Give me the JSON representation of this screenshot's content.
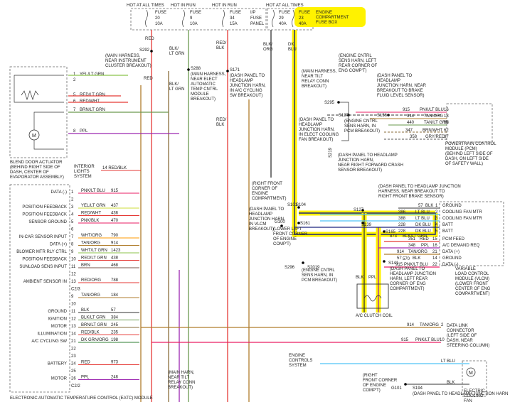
{
  "header": {
    "hot_at_all_times_1": "HOT AT ALL TIMES",
    "hot_in_run_1": "HOT IN RUN",
    "hot_in_run_2": "HOT IN RUN",
    "hot_at_all_times_2": "HOT AT ALL TIMES",
    "fuse_panel_label": "I/P FUSE PANEL",
    "engine_fuse_box_label": "ENGINE COMPARTMENT FUSE BOX",
    "fuses": [
      {
        "name": "FUSE",
        "num": "20",
        "amp": "10A"
      },
      {
        "name": "FUSE",
        "num": "9",
        "amp": "10A"
      },
      {
        "name": "FUSE",
        "num": "34",
        "amp": "15A"
      },
      {
        "name": "FUSE",
        "num": "29",
        "amp": "40A"
      },
      {
        "name": "FUSE",
        "num": "23",
        "amp": "40A"
      }
    ]
  },
  "wire_labels": {
    "red": "RED",
    "blk_lt_grn": "BLK/ LT GRN",
    "red_blk": "RED/ BLK",
    "blk_org": "BLK/ ORG",
    "dk_blu": "DK BLU",
    "red_blk_2": "RED/ BLK",
    "blk_2": "BLK",
    "ppl": "PPL",
    "blk_3": "BLK",
    "lt_blu": "LT BLU",
    "blk_4": "BLK",
    "s219_rot": "S219"
  },
  "splices": {
    "s292": "S292",
    "s288": "S288",
    "s171": "S171",
    "s295": "S295",
    "s137": "S137",
    "s156": "S156",
    "s101": "S101",
    "s104": "S104",
    "s161": "S161",
    "s127": "S127",
    "s139": "S139",
    "s165": "S165",
    "s141": "S141",
    "s296": "S296",
    "s2019": "S2019",
    "g100": "G100",
    "g101": "G101",
    "s194": "S194"
  },
  "notes": {
    "s292": "(MAIN HARNESS, NEAR INSTRUMENT CLUSTER BREAKOUT)",
    "s288": "(MAIN HARNESS, NEAR ELECT AUTOMATIC TEMP CNTRL MODULE BREAKOUT)",
    "s171": "(DASH PANEL TO HEADLAMP JUNCTION HARN, IN A/C CYCLING SW BREAKOUT)",
    "main_relay": "(MAIN HARNESS, NEAR TILT RELAY CONN BREAKOUT)",
    "engine_sens": "(ENGINE CNTRL SENS HARN, LEFT REAR CORNER OF ENG COMP'T)",
    "brake_fluid": "(DASH PANEL TO HEADLAMP JUNCTION HARN, NEAR BREAKOUT TO BRAKE FLUID LEVEL SENSOR)",
    "pcm_breakout": "(ENGINE CNTRL SENS HARN, IN PCM BREAKOUT)",
    "elect_cooling": "(DASH PANEL TO HEADLAMP JUNCTION HARN, IN ELECT COOLING FAN BREAKOUT)",
    "crash_sensor": "(DASH PANEL TO HEADLAMP JUNCTION HARN, NEAR RIGHT FORWARD CRASH SENSOR BREAKOUT)",
    "right_front": "(RIGHT FRONT CORNER OF ENGINE COMPARTMENT)",
    "brake_sensor": "(DASH PANEL TO HEADLAMP JUNCTION HARNESS, NEAR BREAKOUT TO RIGHT FRONT BRAKE SENSOR)",
    "vlcm_breakout": "(DASH PANEL TO HEADLAMP JUNCTION HARN, IN VLCM BREAKOUT)",
    "lower_left": "(LOWER LEFT FRONT CORNER OF ENGINE COMP'T)",
    "left_rear": "(DASH PANEL TO HEADLAMP JUNCTION HARN, LEFT REAR CORNER OF ENG COMPARTMENT)",
    "pcm_breakout2": "(ENGINE CNTRL SENS HARN, IN PCM BREAKOUT)",
    "main_tilt": "(MAIN HARNESS, NEAR TILT RELAY CONN BREAKOUT)",
    "right_front2": "(RIGHT FRONT CORNER OF ENGINE COMP'T)",
    "s194_note": "(DASH PANEL TO HEADLAMP JUNCTION HARN"
  },
  "components": {
    "blend_door": "BLEND DOOR ACTUATOR (BEHIND RIGHT SIDE OF DASH, CENTER OF EVAPORATOR ASSEMBLY)",
    "interior_lights": "INTERIOR LIGHTS SYSTEM",
    "interior_wire": "14 RED/BLK",
    "eatc": "ELECTRONIC AUTOMATIC TEMPERATURE CONTROL (EATC) MODULE (CENTER OF DASH)",
    "pcm": "POWERTRAIN CONTROL MODULE (PCM) (BEHIND LEFT SIDE OF DASH, ON LEFT SIDE OF SAFETY WALL)",
    "vlcm": "VARIABLE LOAD CONTROL MODULE (VLCM) (LOWER FRONT CENTER OF ENGINE COMPARTMENT)",
    "ac_clutch": "A/C CLUTCH COIL",
    "engine_controls": "ENGINE CONTROLS SYSTEM",
    "dlc": "DATA LINK CONNECTOR (LEFT SIDE OF DASH, NEAR STEERING COLUMN)",
    "cooling_fan": "ELECTRIC COOLING FAN"
  },
  "eatc_pins": [
    {
      "label": "DATA (-)",
      "num": "1",
      "wire": "PNK/LT BLU",
      "circ": "915"
    },
    {
      "label": "",
      "num": "2",
      "wire": "",
      "circ": ""
    },
    {
      "label": "POSITION FEEDBACK",
      "num": "3",
      "wire": "YEL/LT GRN",
      "circ": "437"
    },
    {
      "label": "POSITION FEEDBACK",
      "num": "4",
      "wire": "RED/WHT",
      "circ": "436"
    },
    {
      "label": "SENSOR GROUND",
      "num": "5",
      "wire": "PNK/BLK",
      "circ": "470"
    },
    {
      "label": "",
      "num": "6",
      "wire": "",
      "circ": ""
    },
    {
      "label": "IN-CAR SENSOR INPUT",
      "num": "7",
      "wire": "WHT/ORG",
      "circ": "790"
    },
    {
      "label": "DATA (+)",
      "num": "8",
      "wire": "TAN/ORG",
      "circ": "914"
    },
    {
      "label": "BLOWER MTR RLY CTRL",
      "num": "9",
      "wire": "WHT/LT GRN",
      "circ": "1423"
    },
    {
      "label": "POSITION FEEDBACK",
      "num": "10",
      "wire": "RED/LT GRN",
      "circ": "438"
    },
    {
      "label": "SUNLOAD SENS INPUT",
      "num": "11",
      "wire": "BRN",
      "circ": "468"
    },
    {
      "label": "",
      "num": "12",
      "wire": "",
      "circ": ""
    },
    {
      "label": "AMBIENT SENSOR IN",
      "num": "13",
      "wire": "RED/ORG",
      "circ": "788"
    },
    {
      "label": "",
      "num": "C2/3",
      "wire": "",
      "circ": ""
    },
    {
      "label": "",
      "num": "9",
      "wire": "TAN/ORG",
      "circ": "184"
    },
    {
      "label": "",
      "num": "10",
      "wire": "",
      "circ": ""
    },
    {
      "label": "GROUND",
      "num": "11",
      "wire": "BLK",
      "circ": "57"
    },
    {
      "label": "IGNITION",
      "num": "12",
      "wire": "BLK/LT GRN",
      "circ": "384"
    },
    {
      "label": "MOTOR",
      "num": "13",
      "wire": "BRN/LT GRN",
      "circ": "245"
    },
    {
      "label": "ILLUMINATION",
      "num": "14",
      "wire": "RED/BLK",
      "circ": "235"
    },
    {
      "label": "A/C CYCLING SW",
      "num": "21",
      "wire": "DK GRN/ORG",
      "circ": "198"
    },
    {
      "label": "",
      "num": "22",
      "wire": "",
      "circ": ""
    },
    {
      "label": "",
      "num": "23",
      "wire": "",
      "circ": ""
    },
    {
      "label": "BATTERY",
      "num": "24",
      "wire": "RED",
      "circ": "973"
    },
    {
      "label": "",
      "num": "25",
      "wire": "",
      "circ": ""
    },
    {
      "label": "MOTOR",
      "num": "26",
      "wire": "PPL",
      "circ": "246"
    },
    {
      "label": "",
      "num": "C2/2",
      "wire": "",
      "circ": ""
    }
  ],
  "blend_pins": [
    {
      "num": "1",
      "wire": "YEL/LT GRN"
    },
    {
      "num": "2",
      "wire": ""
    },
    {
      "num": "5",
      "wire": "RED/LT GRN"
    },
    {
      "num": "6",
      "wire": "RED/WHT"
    },
    {
      "num": "7",
      "wire": "BRN/LT GRN"
    },
    {
      "num": "8",
      "wire": "PPL"
    }
  ],
  "pcm_pins": [
    {
      "circ": "915",
      "wire": "PNK/LT BLU",
      "num": "16"
    },
    {
      "circ": "914",
      "wire": "TAN/ORG",
      "num": "18"
    },
    {
      "circ": "440",
      "wire": "TAN/LT GRN",
      "num": "88"
    },
    {
      "circ": "",
      "wire": "",
      "num": "62"
    },
    {
      "circ": "358",
      "wire": "GRY/RED",
      "num": "37"
    }
  ],
  "pcm_overlay": {
    "circ": "347",
    "wire": "BRN/WHT"
  },
  "vlcm_pins": [
    {
      "circ": "57",
      "wire": "BLK",
      "num": "1",
      "label": "GROUND"
    },
    {
      "circ": "386",
      "wire": "LT BLU",
      "num": "2",
      "label": "COOLING FAN MTR"
    },
    {
      "circ": "388",
      "wire": "LT BLU",
      "num": "3",
      "label": "COOLING FAN MTR"
    },
    {
      "circ": "228",
      "wire": "DK BLU",
      "num": "4",
      "label": "BATT"
    },
    {
      "circ": "228",
      "wire": "DK BLU",
      "num": "5",
      "label": "BATT"
    },
    {
      "circ": "351",
      "wire": "RED",
      "num": "15",
      "label": "PCM FEED"
    },
    {
      "circ": "348",
      "wire": "PPL",
      "num": "16",
      "label": "A/C DEMAND REQ"
    },
    {
      "circ": "914",
      "wire": "TAN/ORG",
      "num": "21",
      "label": "DATA (+)"
    },
    {
      "circ": "57",
      "wire": "BLK",
      "num": "14",
      "label": "GROUND"
    },
    {
      "circ": "915",
      "wire": "PNK/LT BLU",
      "num": "22",
      "label": "DATA (-)"
    },
    {
      "circ": "57",
      "wire": "BLK",
      "num": "23",
      "label": "GROUND"
    }
  ],
  "vlcm_side": {
    "a": "873",
    "b": "BLK/LT GRN",
    "c": "570",
    "d": "570",
    "e": "BLK/WHT"
  },
  "dlc_pins": [
    {
      "circ": "914",
      "wire": "TAN/ORG",
      "num": "2"
    },
    {
      "circ": "915",
      "wire": "PNK/LT BLU",
      "num": "10"
    }
  ],
  "ac_wires": {
    "a": "BLK",
    "b": "PPL"
  }
}
